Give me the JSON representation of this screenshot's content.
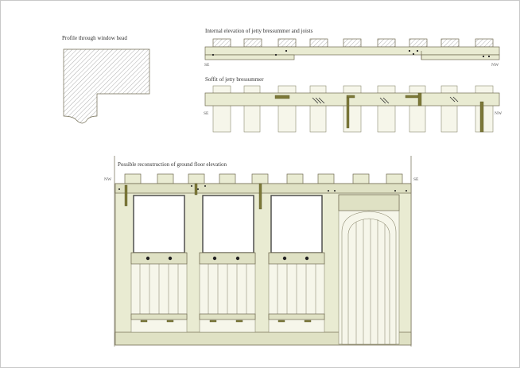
{
  "labels": {
    "profile_title": "Profile through window head",
    "elevation_title": "Internal elevation of jetty bressummer and joists",
    "soffit_title": "Soffit of jetty bressummer",
    "reconstruction_title": "Possible reconstruction of ground floor elevation"
  },
  "compass": {
    "elev_left": "SE",
    "elev_right": "NW",
    "soffit_left": "SE",
    "soffit_right": "NW",
    "recon_left": "NW",
    "recon_right": "SE"
  },
  "colors": {
    "timber": "#e9ebd2",
    "timber_dark": "#7c7838",
    "outline": "#6f6a50",
    "background": "#ffffff"
  }
}
